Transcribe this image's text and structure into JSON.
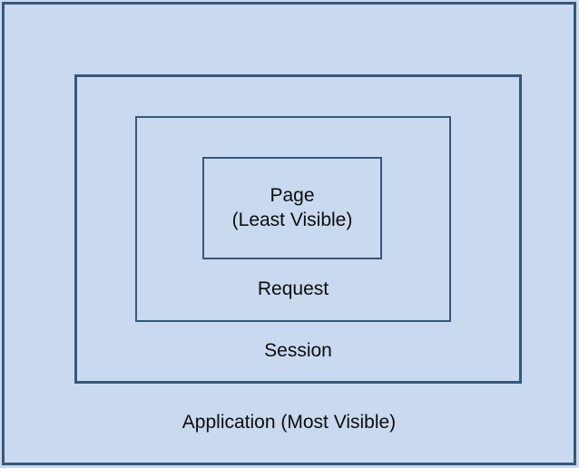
{
  "diagram": {
    "description": "Nested scope visibility diagram",
    "colors": {
      "fill": "#c9d9ef",
      "border": "#36587c",
      "text": "#0d0d0d"
    },
    "boxes": {
      "page": {
        "label_line1": "Page",
        "label_line2": "(Least Visible)"
      },
      "request": {
        "label": "Request"
      },
      "session": {
        "label": "Session"
      },
      "application": {
        "label": "Application (Most Visible)"
      }
    }
  }
}
